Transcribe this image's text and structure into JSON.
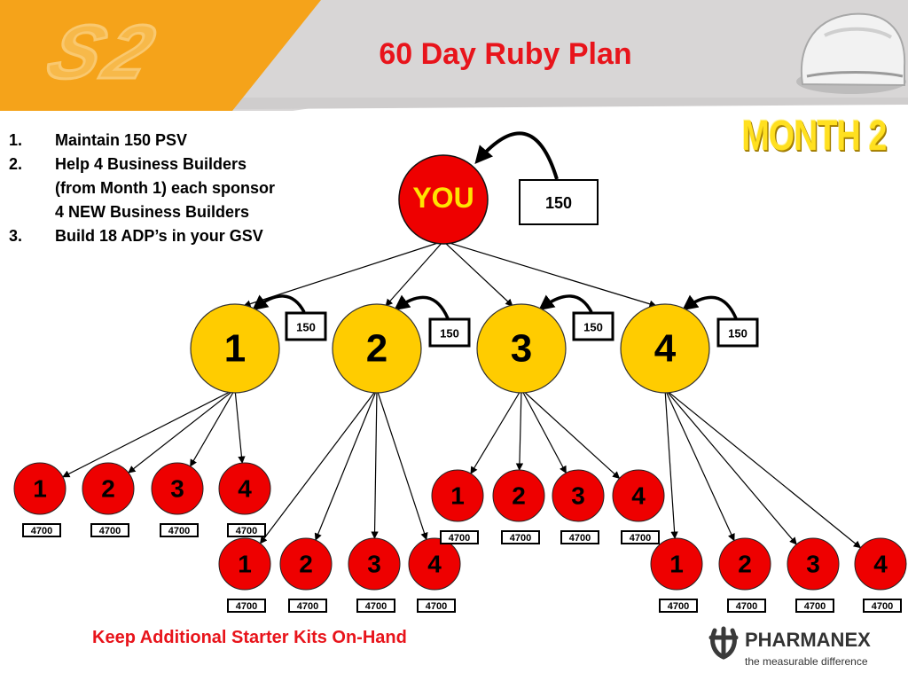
{
  "title": "60 Day Ruby Plan",
  "month_badge": "MONTH 2",
  "logo_text": "S2",
  "steps": [
    {
      "num": "1.",
      "lines": [
        "Maintain 150 PSV"
      ]
    },
    {
      "num": "2.",
      "lines": [
        "Help 4 Business Builders",
        "(from Month 1) each sponsor",
        "4 NEW Business Builders"
      ]
    },
    {
      "num": "3.",
      "lines": [
        "Build 18 ADP’s in your GSV"
      ]
    }
  ],
  "root": {
    "label": "YOU",
    "psv": "150"
  },
  "builders": [
    {
      "label": "1",
      "psv": "150"
    },
    {
      "label": "2",
      "psv": "150"
    },
    {
      "label": "3",
      "psv": "150"
    },
    {
      "label": "4",
      "psv": "150"
    }
  ],
  "groups": [
    {
      "parent": "1",
      "members": [
        {
          "label": "1",
          "value": "4700"
        },
        {
          "label": "2",
          "value": "4700"
        },
        {
          "label": "3",
          "value": "4700"
        },
        {
          "label": "4",
          "value": "4700"
        }
      ]
    },
    {
      "parent": "2",
      "members": [
        {
          "label": "1",
          "value": "4700"
        },
        {
          "label": "2",
          "value": "4700"
        },
        {
          "label": "3",
          "value": "4700"
        },
        {
          "label": "4",
          "value": "4700"
        }
      ]
    },
    {
      "parent": "3",
      "members": [
        {
          "label": "1",
          "value": "4700"
        },
        {
          "label": "2",
          "value": "4700"
        },
        {
          "label": "3",
          "value": "4700"
        },
        {
          "label": "4",
          "value": "4700"
        }
      ]
    },
    {
      "parent": "4",
      "members": [
        {
          "label": "1",
          "value": "4700"
        },
        {
          "label": "2",
          "value": "4700"
        },
        {
          "label": "3",
          "value": "4700"
        },
        {
          "label": "4",
          "value": "4700"
        }
      ]
    }
  ],
  "footer_note": "Keep Additional Starter Kits On-Hand",
  "brand": {
    "name": "PHARMANEX",
    "tagline": "the measurable difference"
  },
  "colors": {
    "title": "#e8141b",
    "builder_fill": "#ffcc00",
    "member_fill": "#ee0000",
    "header_orange": "#f5a31a",
    "badge_yellow": "#ffe020"
  }
}
